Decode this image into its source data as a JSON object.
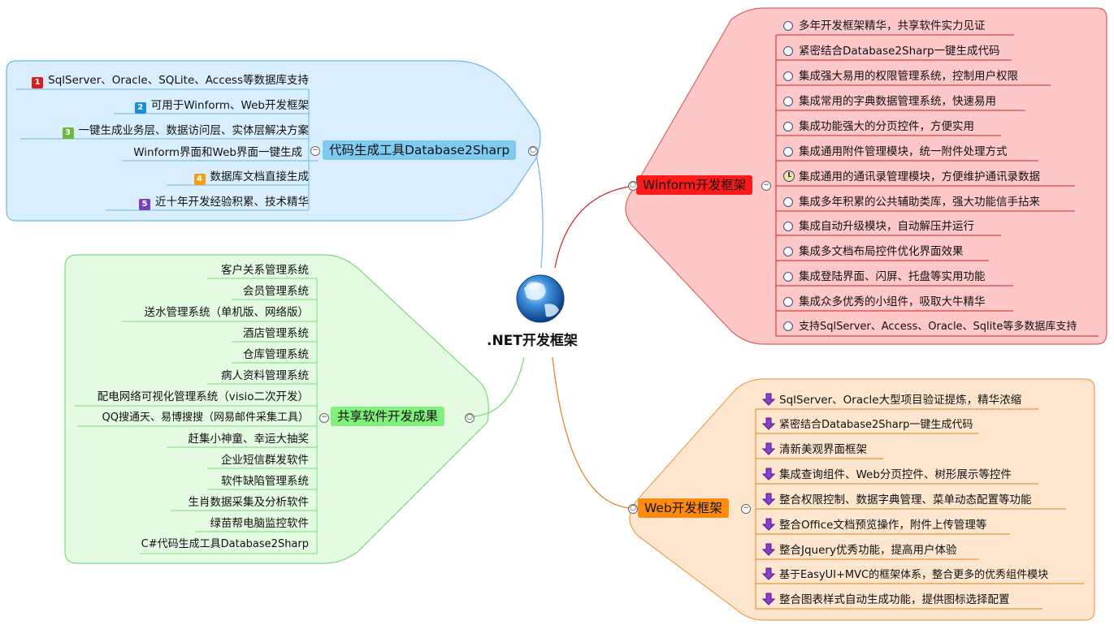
{
  "root": {
    "title": ".NET开发框架"
  },
  "branches": {
    "codegen": {
      "title": "代码生成工具Database2Sharp",
      "items": [
        {
          "badge": "1",
          "text": "SqlServer、Oracle、SQLite、Access等数据库支持"
        },
        {
          "badge": "2",
          "text": "可用于Winform、Web开发框架"
        },
        {
          "badge": "3",
          "text": "一键生成业务层、数据访问层、实体层解决方案"
        },
        {
          "badge": "",
          "text": "Winform界面和Web界面一键生成"
        },
        {
          "badge": "4",
          "text": "数据库文档直接生成"
        },
        {
          "badge": "5",
          "text": "近十年开发经验积累、技术精华"
        }
      ],
      "colors": {
        "fill": "#d9efff",
        "stroke": "#6fb6e6",
        "topic": "#7fcbf3"
      }
    },
    "shared": {
      "title": "共享软件开发成果",
      "items": [
        "客户关系管理系统",
        "会员管理系统",
        "送水管理系统（单机版、网络版）",
        "酒店管理系统",
        "仓库管理系统",
        "病人资料管理系统",
        "配电网络可视化管理系统（visio二次开发）",
        "QQ搜通天、易博搜搜（网易邮件采集工具）",
        "赶集小神童、幸运大抽奖",
        "企业短信群发软件",
        "软件缺陷管理系统",
        "生肖数据采集及分析软件",
        "绿苗帮电脑监控软件",
        "C#代码生成工具Database2Sharp"
      ],
      "colors": {
        "fill": "#e3fbe1",
        "stroke": "#7ed87a",
        "topic": "#7ff07a"
      }
    },
    "winform": {
      "title": "Winform开发框架",
      "items": [
        "多年开发框架精华，共享软件实力见证",
        "紧密结合Database2Sharp一键生成代码",
        "集成强大易用的权限管理系统，控制用户权限",
        "集成常用的字典数据管理系统，快速易用",
        "集成功能强大的分页控件，方便实用",
        "集成通用附件管理模块，统一附件处理方式",
        "集成通用的通讯录管理模块，方便维护通讯录数据",
        "集成多年积累的公共辅助类库，强大功能信手拈来",
        "集成自动升级模块，自动解压并运行",
        "集成多文档布局控件优化界面效果",
        "集成登陆界面、闪屏、托盘等实用功能",
        "集成众多优秀的小组件，吸取大牛精华",
        "支持SqlServer、Access、Oracle、Sqlite等多数据库支持"
      ],
      "colors": {
        "fill": "#ffc8c8",
        "stroke": "#e06060",
        "topic": "#ff1a1a",
        "line": "#cc2222"
      }
    },
    "web": {
      "title": "Web开发框架",
      "items": [
        "SqlServer、Oracle大型项目验证提炼，精华浓缩",
        "紧密结合Database2Sharp一键生成代码",
        "清新美观界面框架",
        "集成查询组件、Web分页控件、树形展示等控件",
        "整合权限控制、数据字典管理、菜单动态配置等功能",
        "整合Office文档预览操作，附件上传管理等",
        "整合Jquery优秀功能，提高用户体验",
        "基于EasyUI+MVC的框架体系，整合更多的优秀组件模块",
        "整合图表样式自动生成功能，提供图标选择配置"
      ],
      "colors": {
        "fill": "#fde6cd",
        "stroke": "#f0a050",
        "topic": "#ff8a10",
        "line": "#e08020"
      }
    }
  },
  "badge_colors": [
    "#d91e1e",
    "#1e8ed9",
    "#6cb83a",
    "#f0a010",
    "#7a3fb8"
  ]
}
